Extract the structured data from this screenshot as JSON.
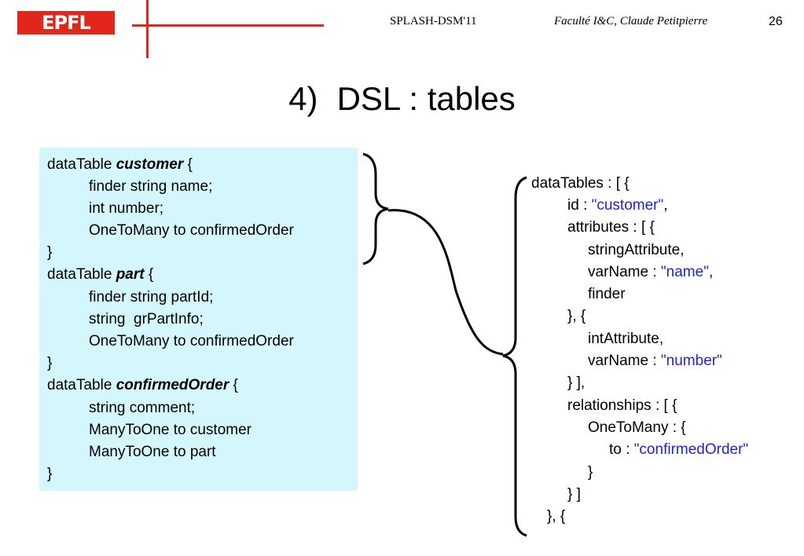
{
  "header": {
    "logo_text": "EPFL",
    "course": "SPLASH-DSM'11",
    "author": "Faculté I&C, Claude Petitpierre",
    "page_number": "26",
    "accent_color": "#e1261c"
  },
  "slide": {
    "title_number": "4)",
    "title_text": "DSL : tables"
  },
  "dsl_box": {
    "background": "#d3f7fd",
    "lines": [
      {
        "kw": "dataTable ",
        "name": "customer",
        "end": " {"
      },
      {
        "text": "finder string name;"
      },
      {
        "text": "int number;"
      },
      {
        "text": "OneToMany to confirmedOrder"
      },
      {
        "text": "}"
      },
      {
        "kw": "dataTable ",
        "name": "part",
        "end": " {"
      },
      {
        "text": "finder string partId;"
      },
      {
        "text": "string  grPartInfo;"
      },
      {
        "text": "OneToMany to confirmedOrder"
      },
      {
        "text": "}"
      },
      {
        "kw": "dataTable ",
        "name": "confirmedOrder",
        "end": " {"
      },
      {
        "text": "string comment;"
      },
      {
        "text": "ManyToOne to customer"
      },
      {
        "text": "ManyToOne to part"
      },
      {
        "text": "}"
      }
    ]
  },
  "json_view": {
    "string_color": "#1f23d8",
    "lines": [
      {
        "pre": "dataTables : [ {",
        "str": "",
        "post": ""
      },
      {
        "pre": "id : ",
        "str": "\"customer\"",
        "post": ","
      },
      {
        "pre": "attributes : [ {",
        "str": "",
        "post": ""
      },
      {
        "pre": "stringAttribute,",
        "str": "",
        "post": ""
      },
      {
        "pre": "varName : ",
        "str": "\"name\"",
        "post": ","
      },
      {
        "pre": "finder",
        "str": "",
        "post": ""
      },
      {
        "pre": "}, {",
        "str": "",
        "post": ""
      },
      {
        "pre": "intAttribute,",
        "str": "",
        "post": ""
      },
      {
        "pre": "varName : ",
        "str": "\"number\"",
        "post": ""
      },
      {
        "pre": "} ],",
        "str": "",
        "post": ""
      },
      {
        "pre": "relationships : [ {",
        "str": "",
        "post": ""
      },
      {
        "pre": "OneToMany : {",
        "str": "",
        "post": ""
      },
      {
        "pre": "to : ",
        "str": "\"confirmedOrder\"",
        "post": ""
      },
      {
        "pre": "}",
        "str": "",
        "post": ""
      },
      {
        "pre": "} ]",
        "str": "",
        "post": ""
      },
      {
        "pre": "}, {",
        "str": "",
        "post": ""
      }
    ]
  }
}
